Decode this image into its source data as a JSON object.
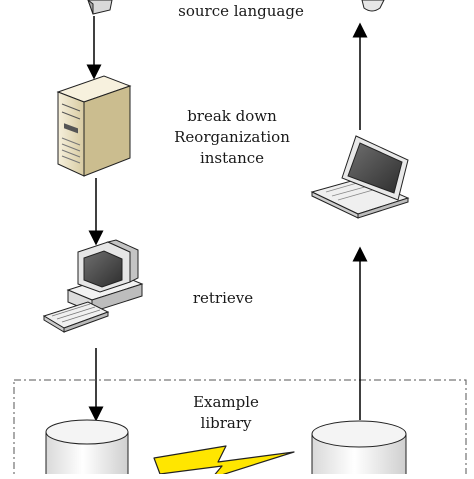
{
  "labels": {
    "source_language": "source language",
    "break_down": "break down",
    "reorganization": "Reorganization",
    "instance": "instance",
    "retrieve": "retrieve",
    "example": "Example",
    "library": "library"
  },
  "colors": {
    "arrow": "#000000",
    "server_body": "#ede4c8",
    "server_shade": "#c9ba8c",
    "monitor_body": "#ececec",
    "monitor_screen": "#4a4a4a",
    "database_body": "#f4f4f4",
    "lightning_fill": "#ffe600",
    "dashed_border": "#555555"
  },
  "icons": [
    "top-device-icon",
    "server-icon",
    "desktop-computer-icon",
    "keyboard-icon",
    "laptop-icon",
    "top-right-device-icon",
    "database-left-icon",
    "database-right-icon",
    "lightning-icon"
  ]
}
